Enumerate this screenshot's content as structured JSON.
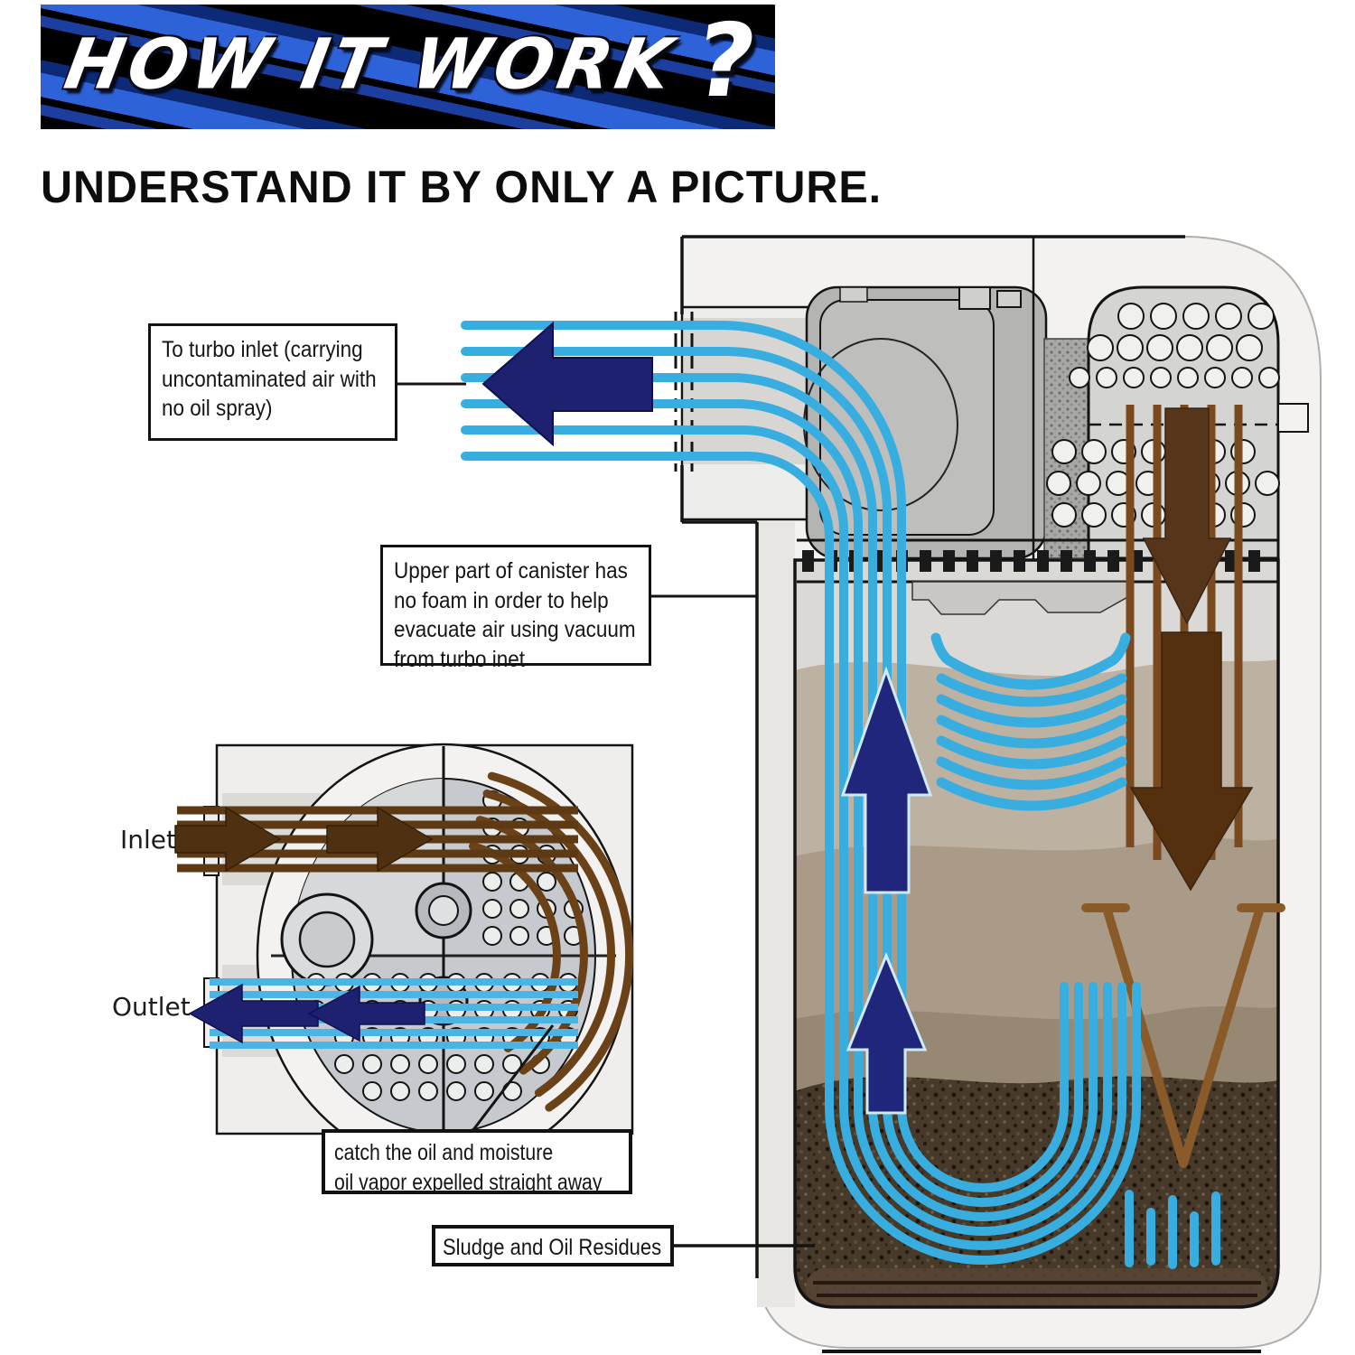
{
  "banner": {
    "title": "HOW IT WORK",
    "question_mark": "?",
    "background": "#000000",
    "stripe_blue": "#2e62d9"
  },
  "heading": "UNDERSTAND IT BY ONLY A PICTURE.",
  "callouts": {
    "turbo_lines": [
      "To turbo inlet (carrying",
      "uncontaminated air with",
      "no oil spray)"
    ],
    "upper_lines": [
      "Upper part of canister has",
      "no foam in order to help",
      "evacuate air using vacuum",
      "from turbo inet"
    ],
    "catch_lines": [
      "catch the oil and moisture",
      "oil vapor expelled straight away"
    ],
    "sludge_label": "Sludge and Oil Residues"
  },
  "side_view": {
    "inlet_label": "Inlet",
    "outlet_label": "Outlet"
  },
  "colors": {
    "flow_blue": "#38ade0",
    "outlet_blue": "#4ab5e4",
    "navy_arrow": "#1d2170",
    "oil_brown": "#7a4a1e",
    "dark_brown_arrow": "#57351a",
    "hollow_arrow_brown": "#8a5a28",
    "sludge_dark": "#473a2b",
    "canister_gray": "#d4d4d2"
  }
}
